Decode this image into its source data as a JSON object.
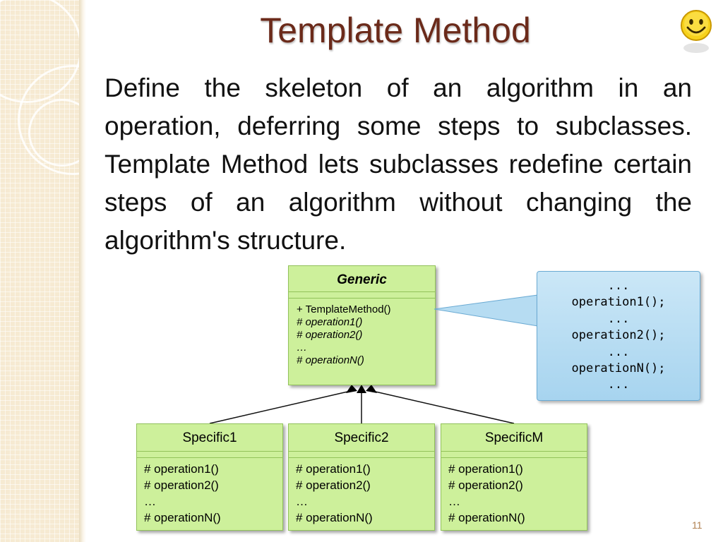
{
  "slide": {
    "title": "Template Method",
    "definition": "Define the skeleton of an algorithm in an operation, deferring some steps to subclasses. Template Method lets subclasses redefine certain steps of an algorithm without changing the algorithm's structure.",
    "page_number": "11",
    "icon": "smiley-icon",
    "colors": {
      "title": "#6b2a1a",
      "uml_fill": "#cdf09b",
      "callout_fill": "#a7d4ef",
      "sidebar": "#f6ead2"
    }
  },
  "diagram": {
    "generic": {
      "name": "Generic",
      "ops": [
        "+ TemplateMethod()",
        "# operation1()",
        "# operation2()",
        "…",
        "# operationN()"
      ]
    },
    "specifics": [
      {
        "name": "Specific1",
        "ops": [
          "# operation1()",
          "# operation2()",
          "…",
          "# operationN()"
        ]
      },
      {
        "name": "Specific2",
        "ops": [
          "# operation1()",
          "# operation2()",
          "…",
          "# operationN()"
        ]
      },
      {
        "name": "SpecificM",
        "ops": [
          "# operation1()",
          "# operation2()",
          "…",
          "# operationN()"
        ]
      }
    ],
    "callout": [
      "...",
      "operation1();",
      "...",
      "operation2();",
      "...",
      "operationN();",
      "..."
    ]
  }
}
